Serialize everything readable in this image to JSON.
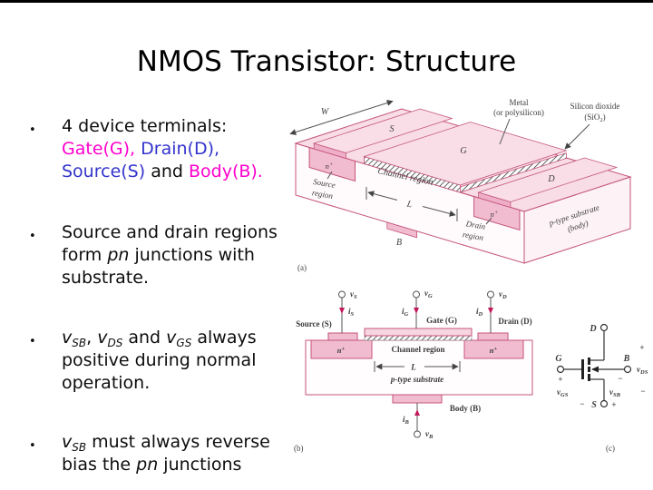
{
  "slide": {
    "title": "NMOS Transistor: Structure"
  },
  "colors": {
    "magenta": "#ff00cc",
    "blue": "#3333cc",
    "pink_fill_light": "#f8dce6",
    "pink_fill_medium": "#f2bcd0",
    "pink_border": "#c4547a",
    "current_arrow": "#c2185b",
    "diagram_text": "#3b3b3b"
  },
  "bullets": {
    "b1": {
      "l1": "4 device terminals:",
      "gate": "Gate(G),",
      "drain": " Drain(D),",
      "source": "Source(S)",
      "and": " and ",
      "body": "Body(B)."
    },
    "b2": {
      "l1": "Source and drain regions",
      "l2a": "form ",
      "pn": "pn",
      "l2b": " junctions with",
      "l3": "substrate."
    },
    "b3": {
      "v": "v",
      "sb": "SB",
      "c1": ", ",
      "ds": "DS",
      "c2": " and ",
      "gs": "GS",
      "l1end": " always",
      "l2": "positive during normal",
      "l3": "operation."
    },
    "b4": {
      "v": "v",
      "sb": "SB",
      "l1end": " must always reverse",
      "l2a": "bias the ",
      "pn": "pn",
      "l2b": " junctions"
    }
  },
  "diagram_a": {
    "w": "W",
    "s": "S",
    "g": "G",
    "d": "D",
    "b": "B",
    "metal_1": "Metal",
    "metal_2": "(or polysilicon)",
    "sio2_1": "Silicon dioxide",
    "sio2_2a": "(SiO",
    "sio2_sub": "2",
    "sio2_2b": ")",
    "n": "n",
    "nplus": "+",
    "source_1": "Source",
    "source_2": "region",
    "channel": "Channel region",
    "l": "L",
    "drain_1": "Drain",
    "drain_2": "region",
    "substrate_1": "p-type substrate",
    "substrate_2": "(body)",
    "caption": "(a)"
  },
  "diagram_b": {
    "v": "v",
    "i": "i",
    "s": "S",
    "g": "G",
    "d": "D",
    "bsub": "B",
    "source": "Source (S)",
    "gate": "Gate (G)",
    "drain": "Drain (D)",
    "n": "n",
    "nplus": "+",
    "channel": "Channel region",
    "l": "L",
    "substrate": "p-type substrate",
    "body": "Body (B)",
    "caption": "(b)"
  },
  "diagram_c": {
    "d": "D",
    "g": "G",
    "b": "B",
    "s": "S",
    "v": "v",
    "gs": "GS",
    "sb": "SB",
    "ds": "DS",
    "plus": "+",
    "minus": "−",
    "caption": "(c)"
  }
}
